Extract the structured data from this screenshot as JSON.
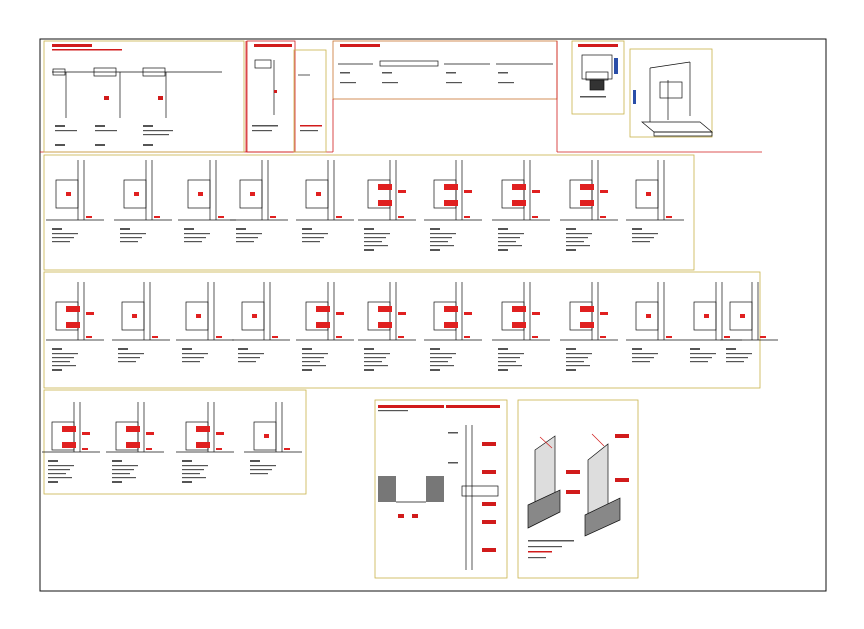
{
  "drawing": {
    "colors": {
      "line": "#111111",
      "panel_border": "#c9b34a",
      "red_border": "#d11b1b",
      "orange_border": "#c9742f",
      "note_red": "#e02020",
      "label_grey": "#555555"
    },
    "panels": [
      {
        "name": "panel-elevations-top-left",
        "border": "panel_border"
      },
      {
        "name": "panel-small-section-a",
        "border": "red_border"
      },
      {
        "name": "panel-small-section-b",
        "border": "panel_border"
      },
      {
        "name": "panel-horizontal-profiles",
        "border": "orange_border"
      },
      {
        "name": "panel-detail-plan",
        "border": "panel_border"
      },
      {
        "name": "panel-isometric-frame",
        "border": "panel_border"
      },
      {
        "name": "panel-section-row-1",
        "border": "panel_border"
      },
      {
        "name": "panel-section-row-2",
        "border": "panel_border"
      },
      {
        "name": "panel-section-row-3",
        "border": "panel_border"
      },
      {
        "name": "panel-vertical-section",
        "border": "panel_border"
      },
      {
        "name": "panel-isometric-detail",
        "border": "panel_border"
      }
    ]
  }
}
